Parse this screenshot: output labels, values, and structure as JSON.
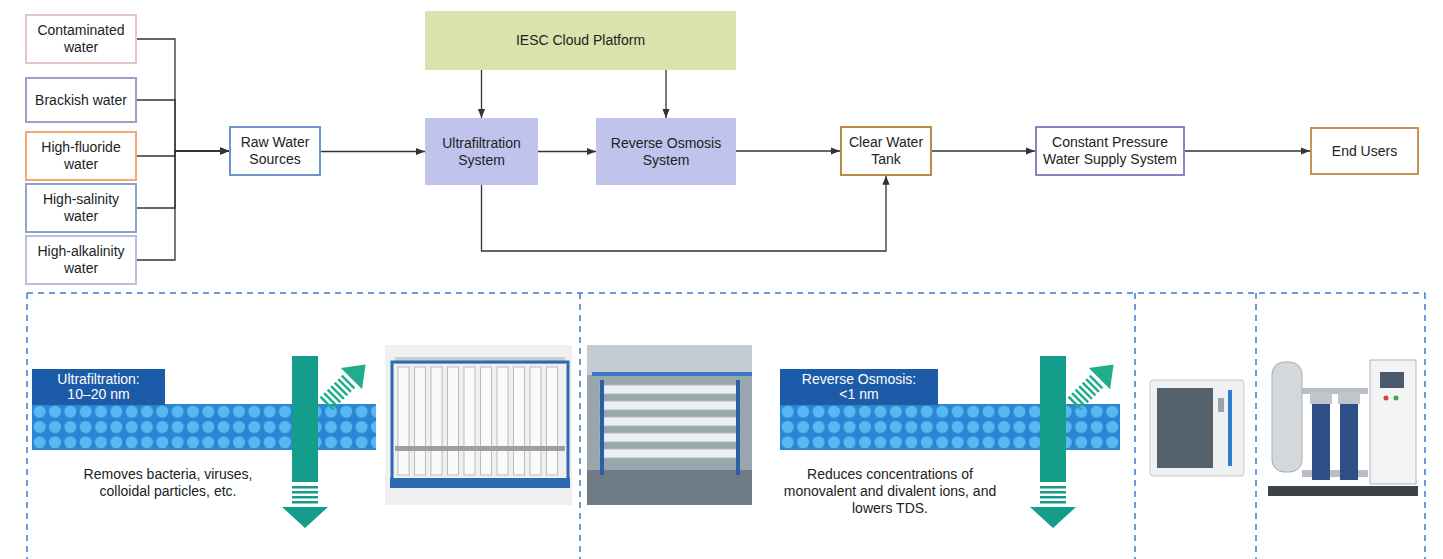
{
  "diagram": {
    "nodes": [
      {
        "text": [
          "Contaminated water"
        ]
      },
      {
        "text": [
          "Brackish water"
        ]
      },
      {
        "text": [
          "High-fluoride water"
        ]
      },
      {
        "text": [
          "High-salinity water"
        ]
      },
      {
        "text": [
          "High-alkalinity water"
        ]
      },
      {
        "text": [
          "Raw Water Sources"
        ]
      },
      {
        "text": [
          "IESC Cloud Platform"
        ]
      },
      {
        "text": [
          "Ultrafiltration System"
        ]
      },
      {
        "text": [
          "Reverse Osmosis System"
        ]
      },
      {
        "text": [
          "Clear Water Tank"
        ]
      },
      {
        "text": [
          "Constant Pressure Water Supply System"
        ]
      },
      {
        "text": [
          "End Users"
        ]
      },
      {
        "text": [
          "Ultrafiltration: 10–20 nm"
        ]
      },
      {
        "text": [
          "Reverse Osmosis: <1 nm"
        ]
      }
    ],
    "edges": [
      {
        "from": 0,
        "to": 5,
        "arrow": "to"
      },
      {
        "from": 1,
        "to": 5,
        "arrow": "to"
      },
      {
        "from": 2,
        "to": 5,
        "arrow": "to"
      },
      {
        "from": 3,
        "to": 5,
        "arrow": "to"
      },
      {
        "from": 4,
        "to": 5,
        "arrow": "to"
      },
      {
        "from": 5,
        "to": 7,
        "arrow": "to"
      },
      {
        "from": 6,
        "to": 7,
        "arrow": "to"
      },
      {
        "from": 6,
        "to": 8,
        "arrow": "to"
      },
      {
        "from": 7,
        "to": 8,
        "arrow": "to"
      },
      {
        "from": 8,
        "to": 9,
        "arrow": "to"
      },
      {
        "from": 7,
        "to": 9,
        "arrow": "to"
      },
      {
        "from": 9,
        "to": 10,
        "arrow": "to"
      },
      {
        "from": 10,
        "to": 11,
        "arrow": "to"
      }
    ],
    "labels": [
      "Removes bacteria, viruses, colloidal particles, etc.",
      "Reduces concentrations of monovalent and divalent ions, and lowers TDS."
    ]
  }
}
